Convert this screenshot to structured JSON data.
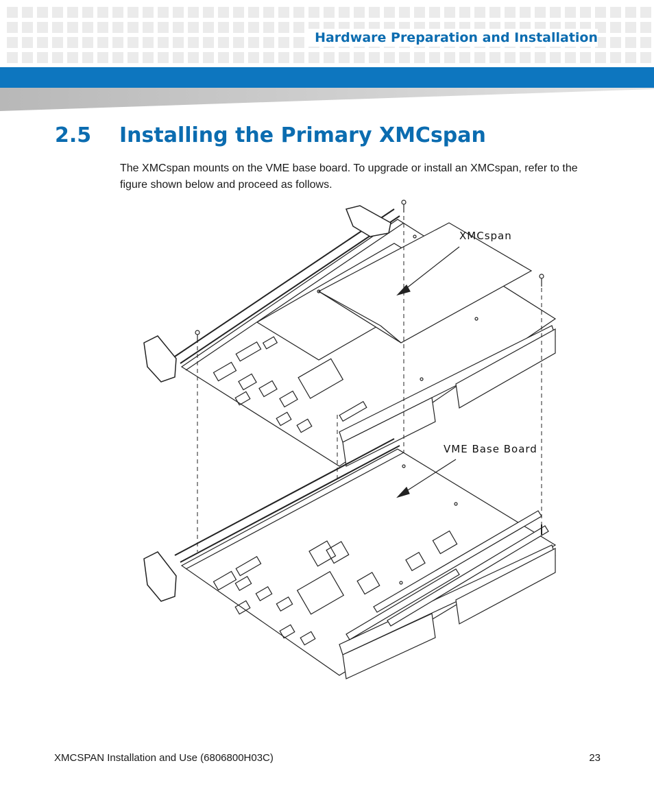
{
  "header": {
    "chapter_title": "Hardware Preparation and Installation"
  },
  "section": {
    "number": "2.5",
    "title": "Installing the Primary XMCspan"
  },
  "body": {
    "intro": "The XMCspan mounts on the VME base board. To upgrade or install an XMCspan, refer to the figure shown below and proceed as follows."
  },
  "figure": {
    "label_top": "XMCspan",
    "label_bottom": "VME Base Board"
  },
  "footer": {
    "doc_title": "XMCSPAN Installation and Use (6806800H03C)",
    "page_number": "23"
  }
}
